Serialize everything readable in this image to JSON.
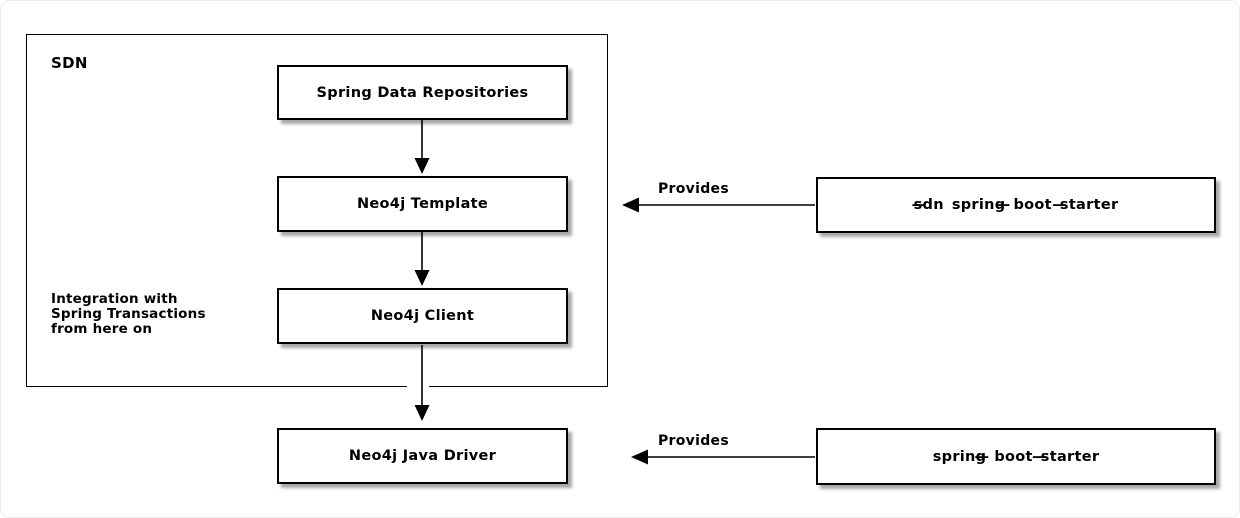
{
  "diagram": {
    "group": {
      "label": "SDN",
      "note": "Integration with\nSpring Transactions\nfrom here on"
    },
    "nodes": {
      "repositories": {
        "label": "Spring Data Repositories"
      },
      "template": {
        "label": "Neo4j Template"
      },
      "client": {
        "label": "Neo4j Client"
      },
      "driver": {
        "label": "Neo4j Java Driver"
      },
      "sdn_starter": {
        "parts": [
          "sdn",
          "—",
          "spring",
          "—",
          "boot",
          "—",
          "starter"
        ]
      },
      "boot_starter": {
        "parts": [
          "spring",
          "—",
          "boot",
          "—",
          "starter"
        ]
      }
    },
    "edges": {
      "provides_top": {
        "label": "Provides"
      },
      "provides_bottom": {
        "label": "Provides"
      }
    },
    "colors": {
      "line": "#000000",
      "box_background": "#ffffff",
      "box_border": "#000000",
      "shadow": "#8f8f8f",
      "page_background": "#ffffff"
    }
  }
}
